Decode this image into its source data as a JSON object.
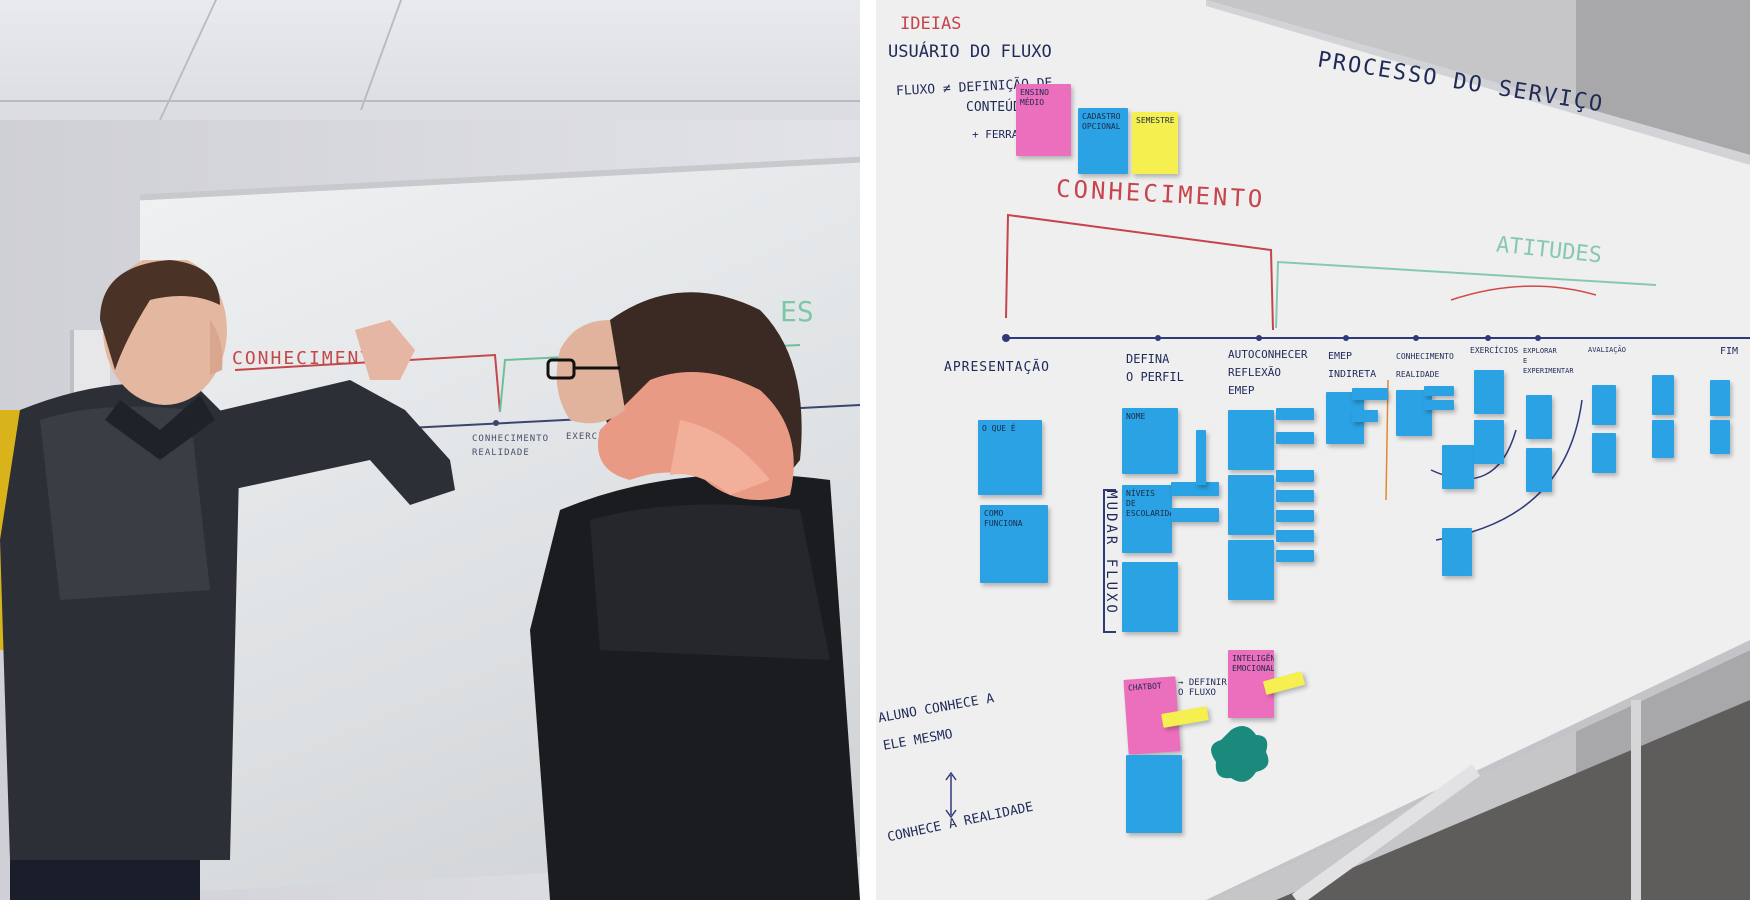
{
  "left_photo": {
    "annotations": {
      "conhecimento": "CONHECIMENT",
      "conhecimento_realidade": "CONHECIMENTO\nREALIDADE",
      "exercicios": "EXERCÍCIOS",
      "atitudes_partial": "ES"
    }
  },
  "right_photo": {
    "header_notes": {
      "ideias": "IDEIAS",
      "usuario": "USUÁRIO DO FLUXO",
      "fluxo_def": "FLUXO ≠ DEFINIÇÃO DE",
      "conteudo": "CONTEÚDO",
      "ferramentas": "+ FERRAMENTAS"
    },
    "title": "PROCESSO DO SERVIÇO",
    "conhecimento": "CONHECIMENTO",
    "atitudes": "ATITUDES",
    "stages": [
      "APRESENTAÇÃO",
      "DEFINA\nO PERFIL",
      "AUTOCONHECER\nREFLEXÃO\nEMEP",
      "EMEP\nINDIRETA",
      "CONHECIMENTO\nREALIDADE",
      "EXERCÍCIOS",
      "EXPLORAR\nE\nEXPERIMENTAR",
      "AVALIAÇÃO",
      "FIM"
    ],
    "side_label": "MUDAR FLUXO",
    "bottom_text_1": "ALUNO CONHECE A\nELE MESMO",
    "bottom_text_2": "CONHECE A REALIDADE",
    "notes": {
      "o_que_e": "O QUE É",
      "como_funciona": "COMO FUNCIONA",
      "nome": "NOME",
      "niveis": "NÍVEIS\nDE\nESCOLARIDADE",
      "chatbot": "CHATBOT",
      "inteligencia": "INTELIGÊNCIA\nEMOCIONAL",
      "ensino_medio": "ENSINO\nMÉDIO",
      "cadastro": "CADASTRO\nOPCIONAL",
      "semestre": "SEMESTRE"
    },
    "arrow_label": "→ DEFINIR\nO FLUXO"
  }
}
